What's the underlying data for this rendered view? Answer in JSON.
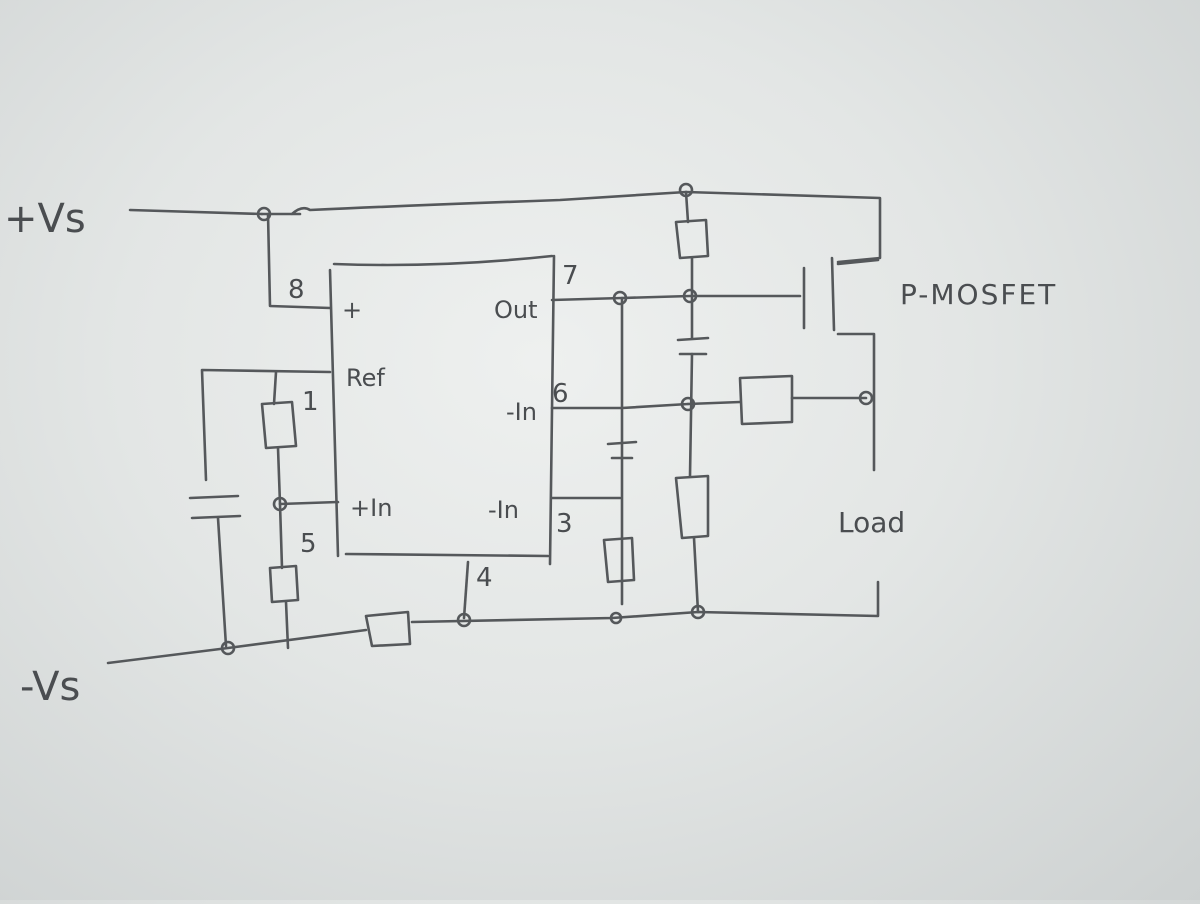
{
  "rails": {
    "positive": "+Vs",
    "negative": "-Vs"
  },
  "ic": {
    "pins": {
      "p8": "8",
      "p1": "1",
      "p5": "5",
      "p4": "4",
      "p7": "7",
      "p6": "6",
      "p3": "3"
    },
    "labels": {
      "plus": "+",
      "ref": "Ref",
      "in_plus": "+In",
      "out": "Out",
      "in_minus_upper": "-In",
      "in_minus_lower": "-In"
    }
  },
  "components": {
    "mosfet": "P-MOSFET",
    "load": "Load"
  }
}
